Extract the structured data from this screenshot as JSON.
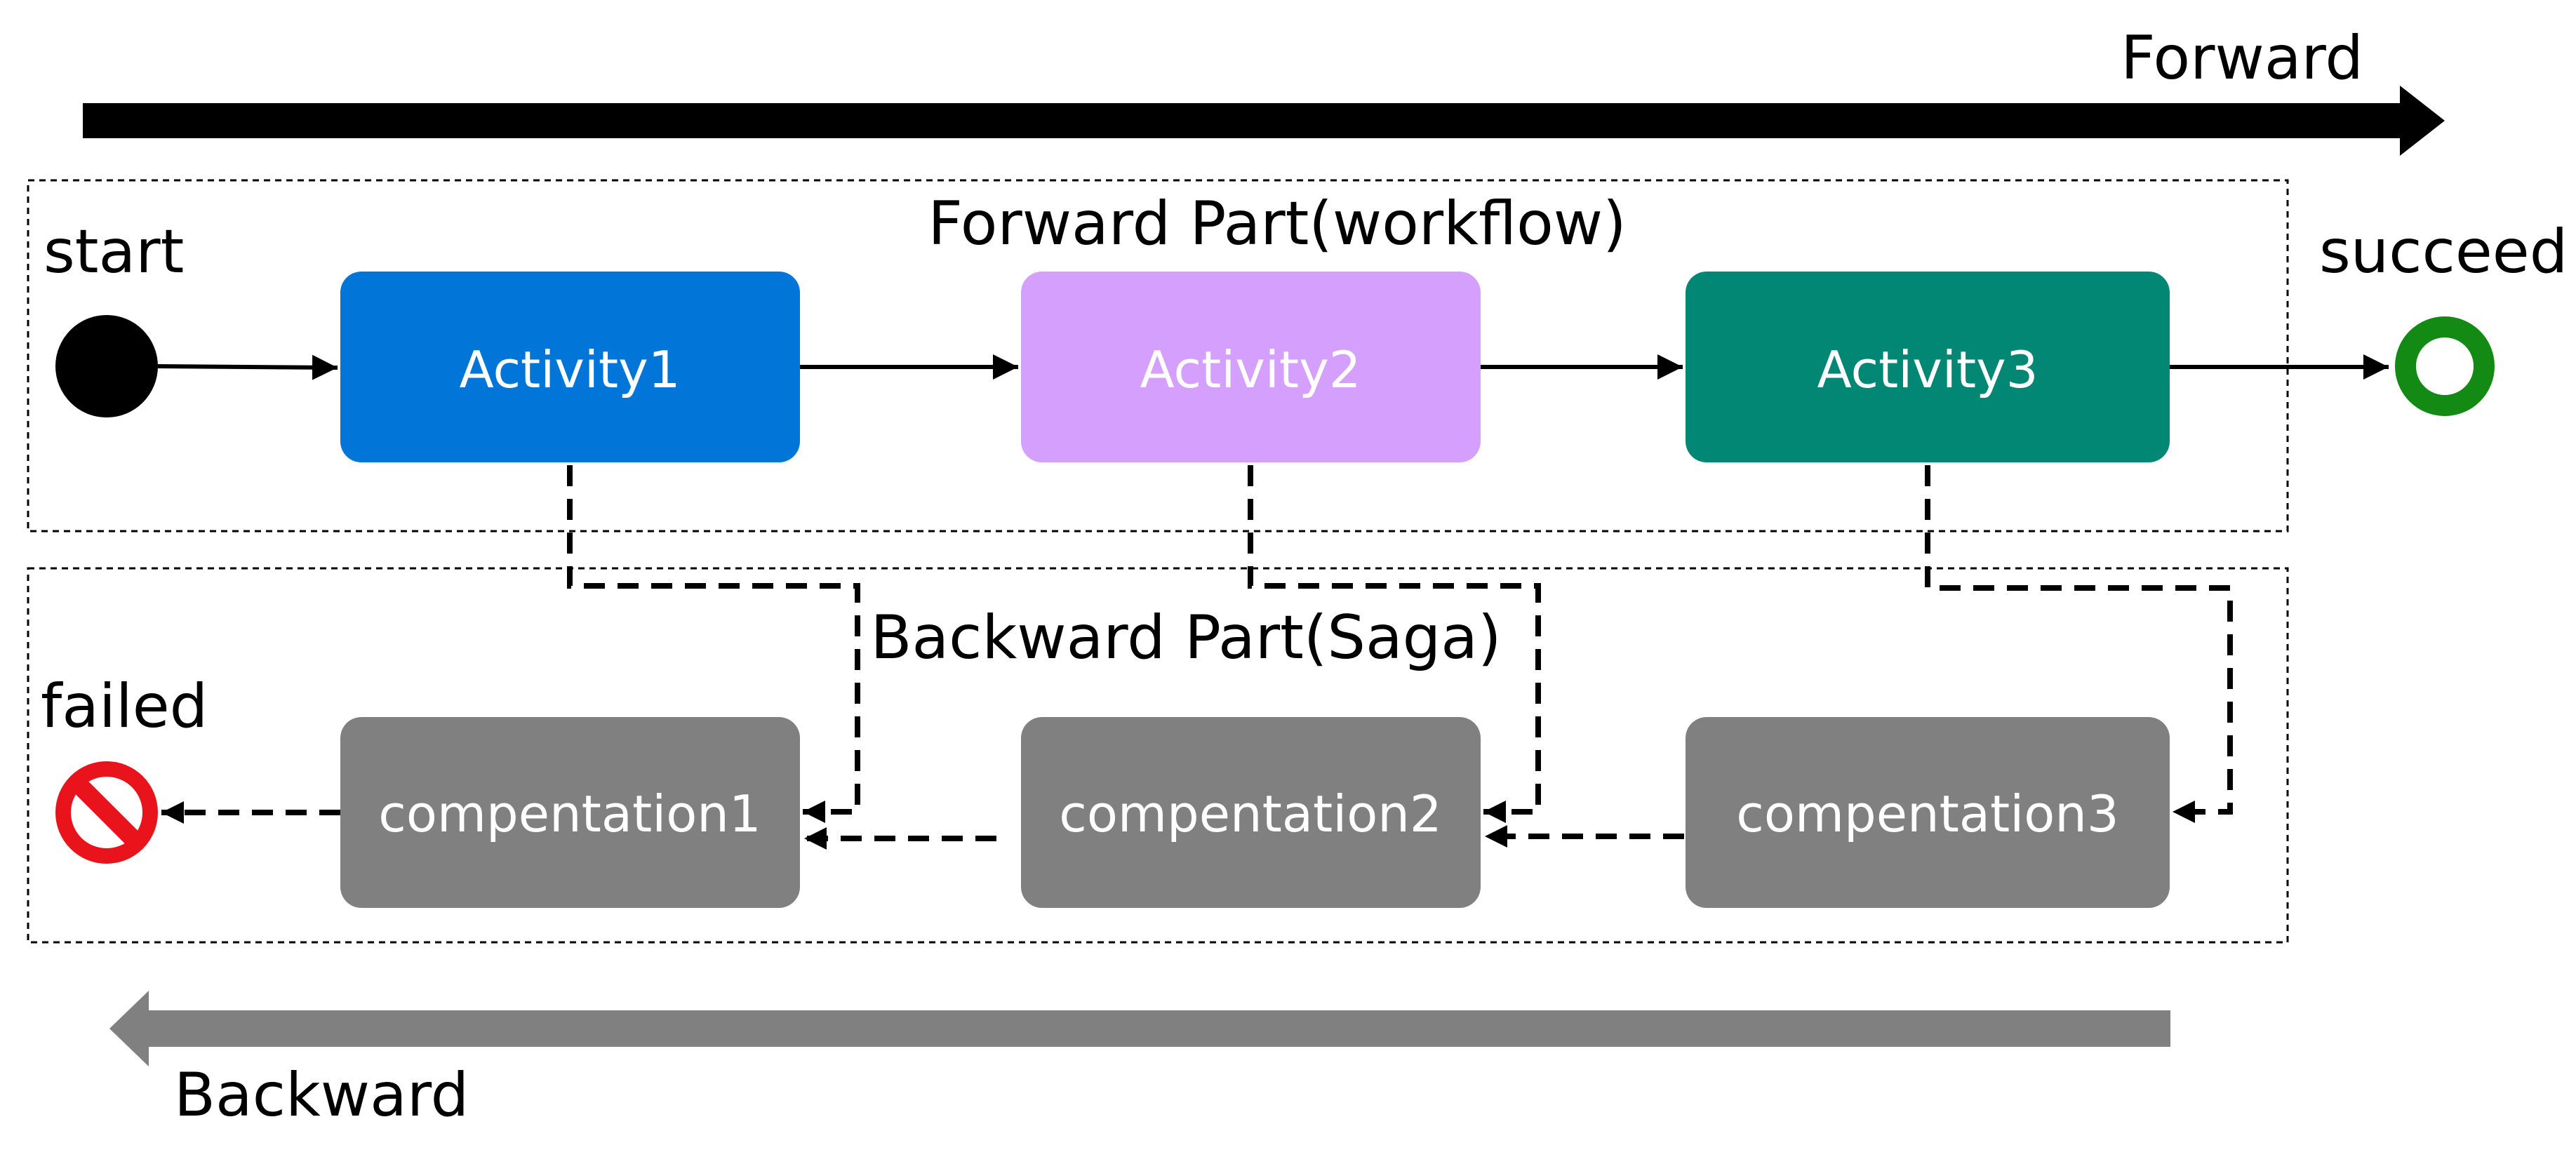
{
  "labels": {
    "forward": "Forward",
    "backward": "Backward",
    "start": "start",
    "succeed": "succeed",
    "failed": "failed",
    "forward_part": "Forward Part(workflow)",
    "backward_part": "Backward Part(Saga)"
  },
  "activities": [
    {
      "label": "Activity1",
      "color": "#0275d8"
    },
    {
      "label": "Activity2",
      "color": "#d59ffd"
    },
    {
      "label": "Activity3",
      "color": "#028775"
    }
  ],
  "compensations": [
    {
      "label": "compentation1",
      "color": "#808080"
    },
    {
      "label": "compentation2",
      "color": "#808080"
    },
    {
      "label": "compentation3",
      "color": "#808080"
    }
  ],
  "colors": {
    "forward_arrow": "#000000",
    "backward_arrow": "#808080",
    "start_node": "#000000",
    "succeed_node": "#138a13",
    "failed_node": "#e8131b"
  },
  "icons": {
    "start": "filled-circle-icon",
    "succeed": "ring-icon",
    "failed": "prohibited-icon"
  }
}
